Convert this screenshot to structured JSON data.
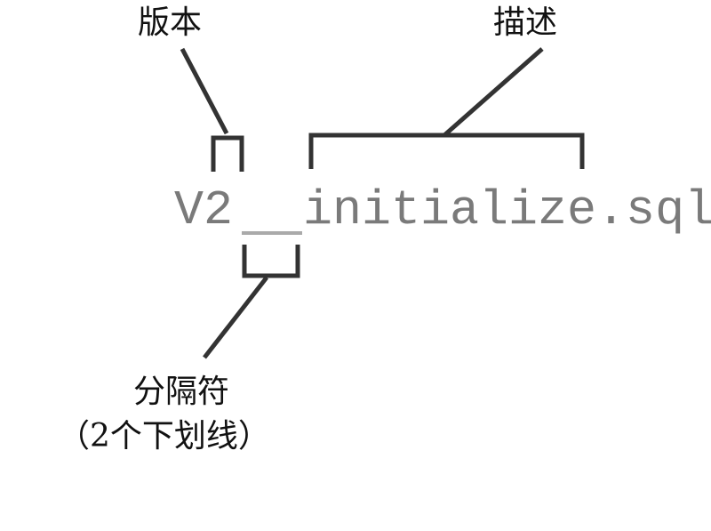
{
  "labels": {
    "version": "版本",
    "description": "描述",
    "separator": "分隔符",
    "separator_note": "（2个下划线）"
  },
  "filename": {
    "version": "V2",
    "separator": "__",
    "description": "initialize.sql"
  },
  "colors": {
    "code_text": "#7a7a7a",
    "lines": "#333333"
  }
}
